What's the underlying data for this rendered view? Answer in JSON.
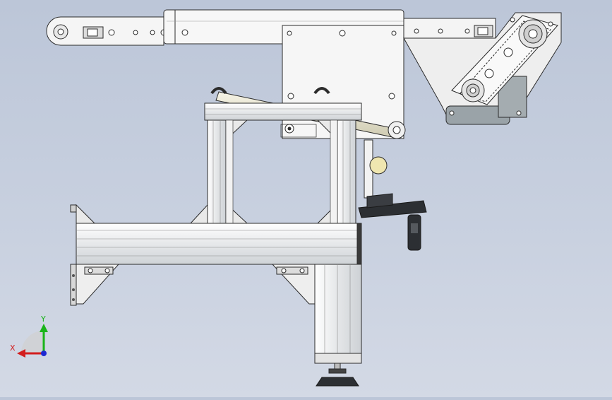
{
  "view": {
    "name": "cad-front-view",
    "background_top": "#bcc6d8",
    "background_bottom": "#d3d9e5"
  },
  "triad": {
    "x_label": "X",
    "y_label": "Y",
    "x_color": "#d21e1e",
    "y_color": "#19b419",
    "z_color": "#1e28d2"
  },
  "colors": {
    "line": "#2b2b2b",
    "metal_light": "#f4f4f4",
    "metal_mid": "#d9dcdf",
    "rod": "#e9e6d0",
    "dark_part": "#2c2f33",
    "motor": "#9aa3a8"
  }
}
